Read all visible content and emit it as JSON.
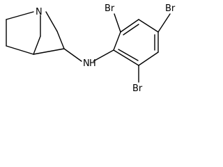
{
  "molecule": {
    "atoms": {
      "n_ring": "N",
      "nh": "N",
      "nh_h": "H",
      "br_top_left": "Br",
      "br_top_right": "Br",
      "br_bottom": "Br"
    }
  }
}
